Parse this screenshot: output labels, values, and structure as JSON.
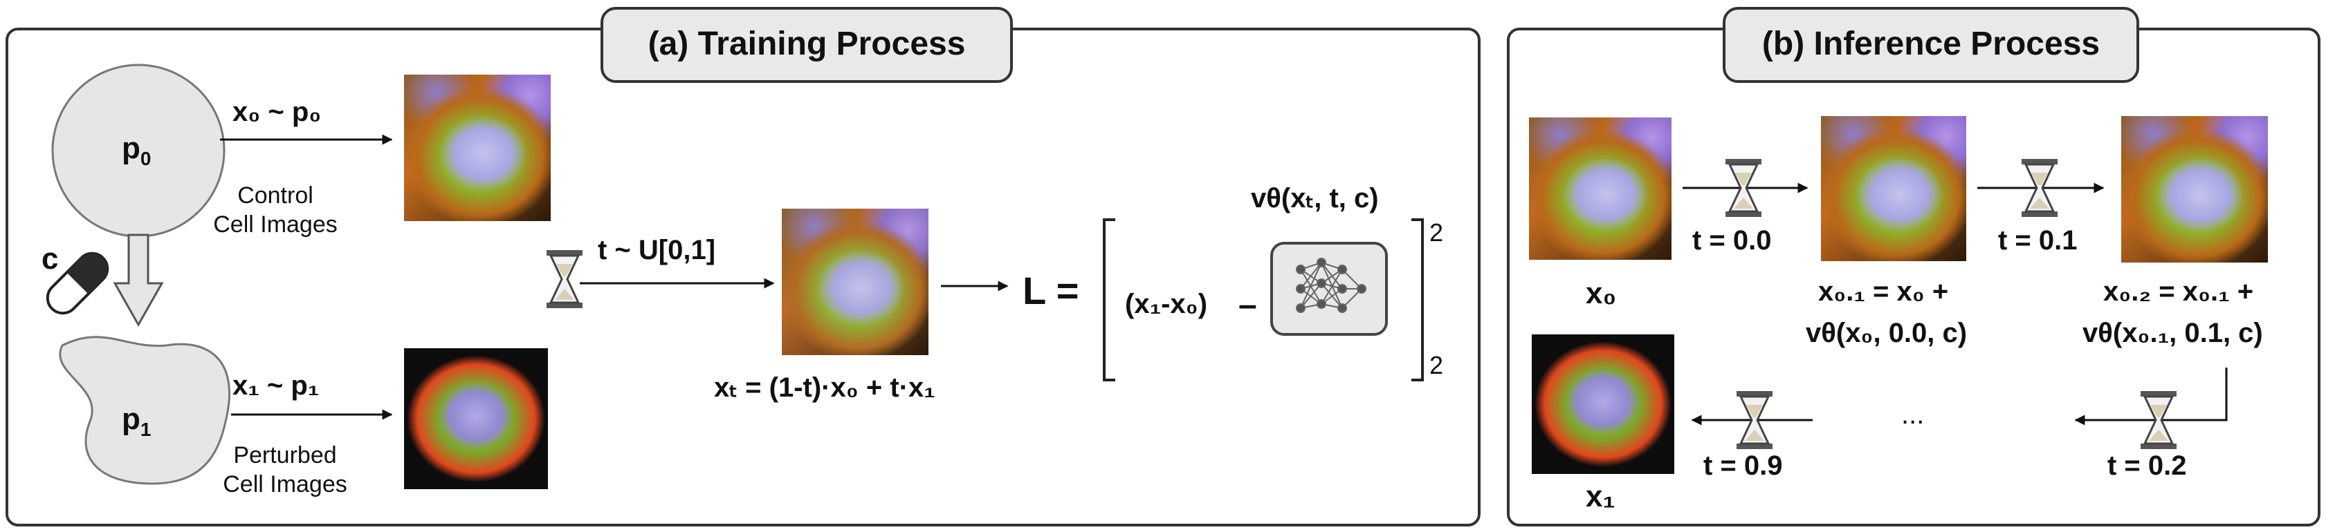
{
  "panel_a": {
    "title": "(a) Training Process",
    "p0": {
      "main": "p",
      "sub": "0"
    },
    "p1": {
      "main": "p",
      "sub": "1"
    },
    "control_label": [
      "Control",
      "Cell Images"
    ],
    "perturbed_label": [
      "Perturbed",
      "Cell Images"
    ],
    "condition_label": "c",
    "sample0": "x₀ ~ p₀",
    "sample1": "x₁ ~ p₁",
    "time_sample": "t ~ U[0,1]",
    "interpolation": "xₜ = (1-t)·x₀ + t·x₁",
    "loss_lhs": "L =",
    "loss_diff": "(x₁-x₀)",
    "loss_minus": "–",
    "vtheta": "vθ(xₜ, t, c)",
    "sup": "2",
    "sub": "2"
  },
  "panel_b": {
    "title": "(b) Inference Process",
    "x0": "x₀",
    "x1": "x₁",
    "t00": "t = 0.0",
    "t01": "t = 0.1",
    "t02": "t = 0.2",
    "t09": "t = 0.9",
    "step1_line1": "x₀.₁ = x₀ +",
    "step1_line2": "vθ(x₀, 0.0, c)",
    "step2_line1": "x₀.₂ = x₀.₁ +",
    "step2_line2": "vθ(x₀.₁, 0.1, c)",
    "ellipsis": "..."
  },
  "colors": {
    "border": "#333333",
    "tab_fill": "#e9e9e9",
    "dist_fill": "#e6e6e6",
    "pill_dark": "#2b2b2b"
  }
}
